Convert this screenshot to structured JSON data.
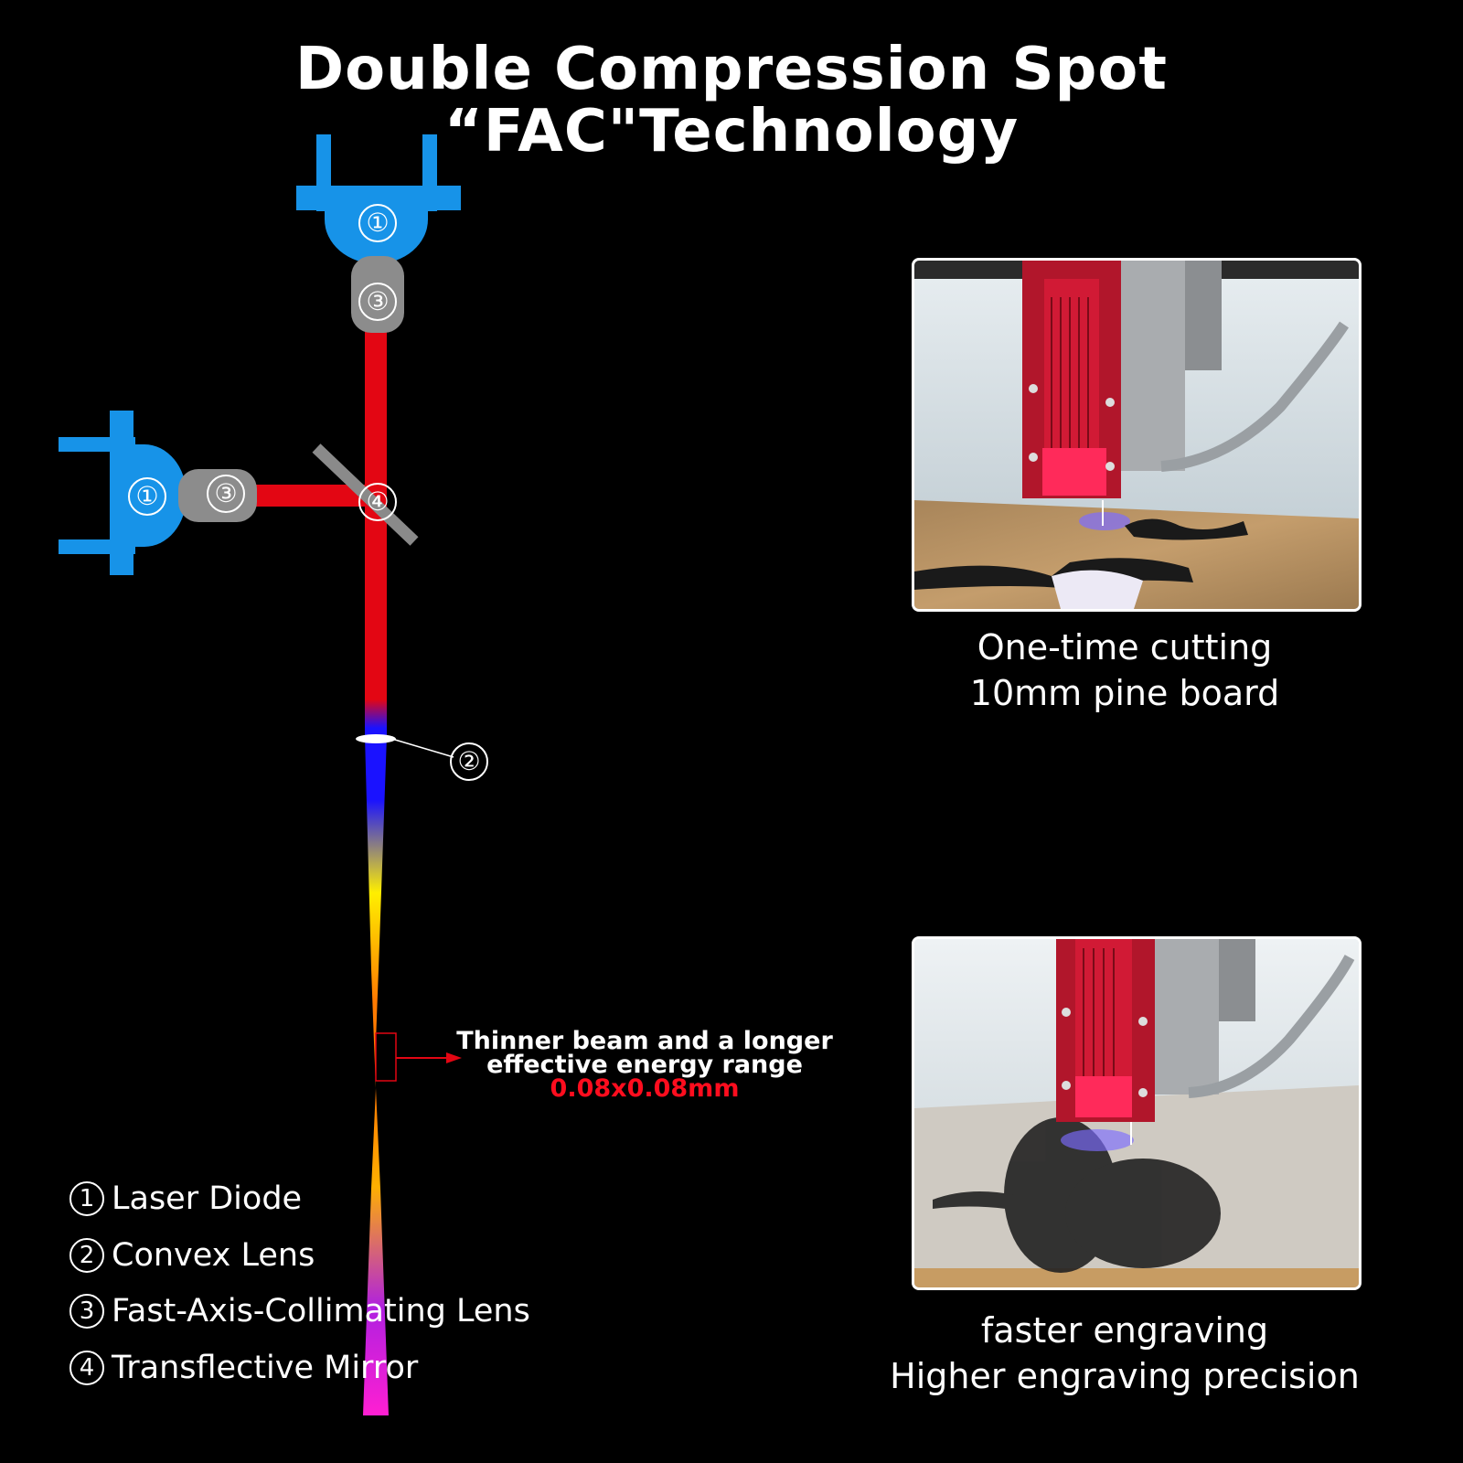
{
  "title": {
    "line1": "Double Compression Spot",
    "line2": "“FAC\"Technology"
  },
  "colors": {
    "diode_blue": "#1793e8",
    "lens_gray": "#8c8c8c",
    "beam_red": "#e30613",
    "focus_blue": "#1a12ff",
    "focus_yellow": "#ffef00",
    "tail_magenta": "#ff1fd2",
    "highlight_red": "#ff0d1e"
  },
  "component_markers": {
    "diode": "①",
    "convex_lens": "②",
    "fac_lens": "③",
    "mirror": "④"
  },
  "annotation": {
    "line1": "Thinner beam and a longer",
    "line2": "effective energy range",
    "spot_size": "0.08x0.08mm"
  },
  "legend": [
    {
      "num": "1",
      "label": "Laser Diode"
    },
    {
      "num": "2",
      "label": "Convex Lens"
    },
    {
      "num": "3",
      "label": "Fast-Axis-Collimating Lens"
    },
    {
      "num": "4",
      "label": "Transflective Mirror"
    }
  ],
  "photos": [
    {
      "icon": "laser-cutting-photo",
      "caption_line1": "One-time cutting",
      "caption_line2": "10mm pine board"
    },
    {
      "icon": "laser-engraving-photo",
      "caption_line1": "faster engraving",
      "caption_line2": "Higher engraving precision"
    }
  ]
}
